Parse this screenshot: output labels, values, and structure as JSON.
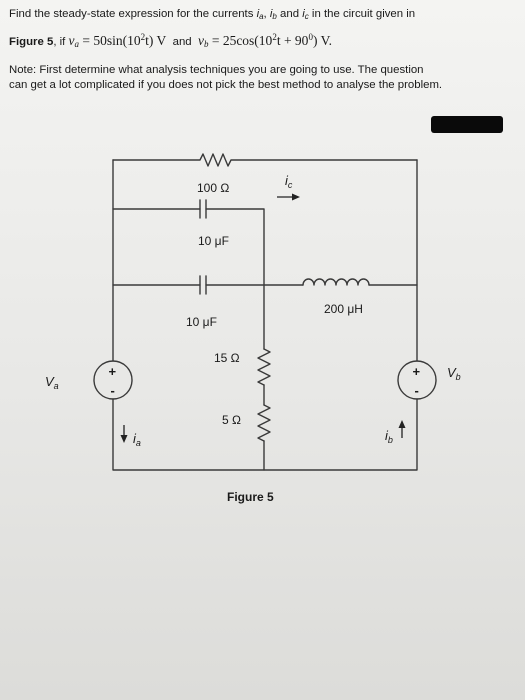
{
  "problem": {
    "line1_prefix": "Find the steady-state expression for the currents ",
    "line1_ia": "i",
    "line1_ia_sub": "a",
    "line1_comma": ", ",
    "line1_ib": "i",
    "line1_ib_sub": "b",
    "line1_and": " and ",
    "line1_ic": "i",
    "line1_ic_sub": "c",
    "line1_suffix": " in the circuit given in",
    "figure_ref": "Figure 5",
    "line2_if": ", if ",
    "va_symbol": "v",
    "va_sub": "a",
    "va_expr_a": " = 50sin(10",
    "va_exp": "2",
    "va_expr_b": "t) V",
    "line2_and": "  and  ",
    "vb_symbol": "v",
    "vb_sub": "b",
    "vb_expr_a": " = 25cos(10",
    "vb_exp": "2",
    "vb_expr_b": "t + 90",
    "vb_deg": "0",
    "vb_expr_c": ") V.",
    "note_line1": "Note: First determine what analysis techniques you are going to use. The question",
    "note_line2": "can get a lot complicated if you does not pick the best method to analyse the problem."
  },
  "circuit": {
    "r_top_label": "100 Ω",
    "c_top_label": "10 μF",
    "c_mid_label": "10 μF",
    "l_label": "200 μH",
    "r15_label": "15 Ω",
    "r5_label": "5 Ω",
    "ic_label": "i",
    "ic_sub": "c",
    "ia_label": "i",
    "ia_sub": "a",
    "ib_label": "i",
    "ib_sub": "b",
    "va_label": "V",
    "va_sub": "a",
    "vb_label": "V",
    "vb_sub": "b",
    "plus_sign": "+",
    "minus_sign": "-",
    "figure_caption": "Figure 5"
  }
}
